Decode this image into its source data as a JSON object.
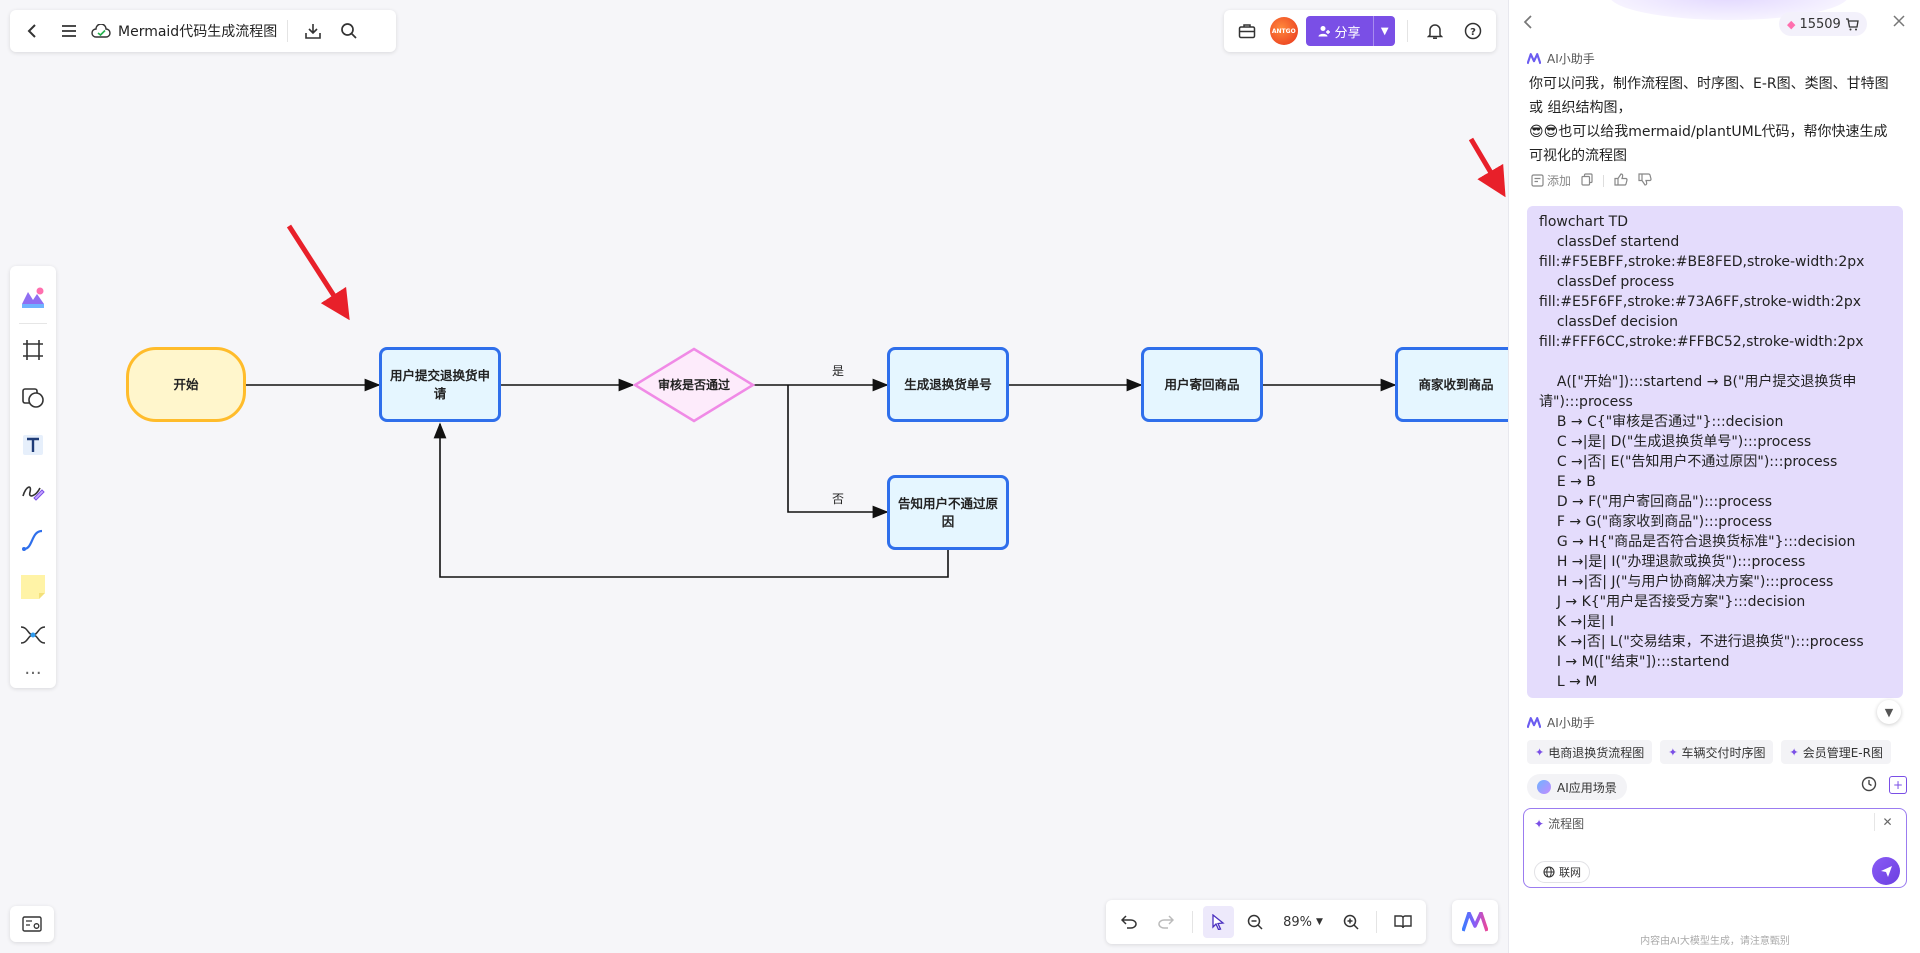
{
  "header": {
    "back_icon": "back-icon",
    "menu_icon": "menu-icon",
    "doc_title": "Mermaid代码生成流程图",
    "avatar_text": "ANTGO",
    "share_label": "分享"
  },
  "panel": {
    "credits": "15509",
    "assistant_name": "AI小助手",
    "intro_line1": "你可以问我，制作流程图、时序图、E-R图、类图、甘特图或 组织结构图，",
    "intro_line2": "😎😎也可以给我mermaid/plantUML代码，帮你快速生成可视化的流程图",
    "add_label": "添加",
    "code": "flowchart TD\n    classDef startend fill:#F5EBFF,stroke:#BE8FED,stroke-width:2px\n    classDef process fill:#E5F6FF,stroke:#73A6FF,stroke-width:2px\n    classDef decision fill:#FFF6CC,stroke:#FFBC52,stroke-width:2px\n\n    A([\"开始\"]):::startend → B(\"用户提交退换货申请\"):::process\n    B → C{\"审核是否通过\"}:::decision\n    C →|是| D(\"生成退换货单号\"):::process\n    C →|否| E(\"告知用户不通过原因\"):::process\n    E → B\n    D → F(\"用户寄回商品\"):::process\n    F → G(\"商家收到商品\"):::process\n    G → H{\"商品是否符合退换货标准\"}:::decision\n    H →|是| I(\"办理退款或换货\"):::process\n    H →|否| J(\"与用户协商解决方案\"):::process\n    J → K{\"用户是否接受方案\"}:::decision\n    K →|是| I\n    K →|否| L(\"交易结束，不进行退换货\"):::process\n    I → M([\"结束\"]):::startend\n    L → M",
    "chips": [
      "电商退换货流程图",
      "车辆交付时序图",
      "会员管理E-R图"
    ],
    "scene_label": "AI应用场景",
    "input_tag": "流程图",
    "input_placeholder": "",
    "web_label": "联网",
    "disclaimer": "内容由AI大模型生成，请注意甄别"
  },
  "flow": {
    "n_start": "开始",
    "n_submit": "用户提交退换货申请",
    "n_review": "审核是否通过",
    "n_gen": "生成退换货单号",
    "n_send": "用户寄回商品",
    "n_recv": "商家收到商品",
    "n_notify": "告知用户不通过原因",
    "label_yes": "是",
    "label_no": "否"
  },
  "zoom": {
    "value": "89%"
  },
  "colors": {
    "accent": "#7a4fe6",
    "startend_fill": "#FFF6CC",
    "startend_stroke": "#FFBC2B",
    "process_fill": "#E5F6FF",
    "process_stroke": "#2F6FEB",
    "decision_fill": "#FDEBFB",
    "decision_stroke": "#F08AE6",
    "annotation_arrow": "#e8202a"
  }
}
